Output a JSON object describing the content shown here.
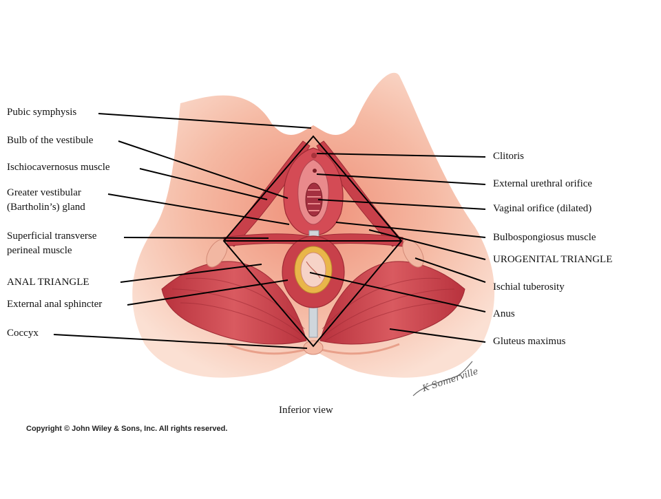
{
  "labels_left": {
    "pubic_symphysis": "Pubic symphysis",
    "bulb_vestibule": "Bulb of the vestibule",
    "ischiocavernosus": "Ischiocavernosus muscle",
    "greater_vestibular_1": "Greater vestibular",
    "greater_vestibular_2": "(Bartholin’s) gland",
    "superficial_transverse_1": "Superficial transverse",
    "superficial_transverse_2": "perineal muscle",
    "anal_triangle": "ANAL TRIANGLE",
    "external_anal_sphincter": "External anal sphincter",
    "coccyx": "Coccyx"
  },
  "labels_right": {
    "clitoris": "Clitoris",
    "external_urethral_orifice": "External urethral orifice",
    "vaginal_orifice": "Vaginal orifice (dilated)",
    "bulbospongiosus": "Bulbospongiosus muscle",
    "urogenital_triangle": "UROGENITAL TRIANGLE",
    "ischial_tuberosity": "Ischial tuberosity",
    "anus": "Anus",
    "gluteus_maximus": "Gluteus maximus"
  },
  "caption": "Inferior view",
  "copyright": "Copyright © John Wiley & Sons, Inc. All rights reserved.",
  "signature": "K Somerville",
  "colors": {
    "skin": "#f7c9b3",
    "skin_dark": "#ec9a82",
    "muscle": "#c8404a",
    "muscle_dark": "#9e2a34",
    "fat": "#e9b64a",
    "line": "#000000"
  }
}
